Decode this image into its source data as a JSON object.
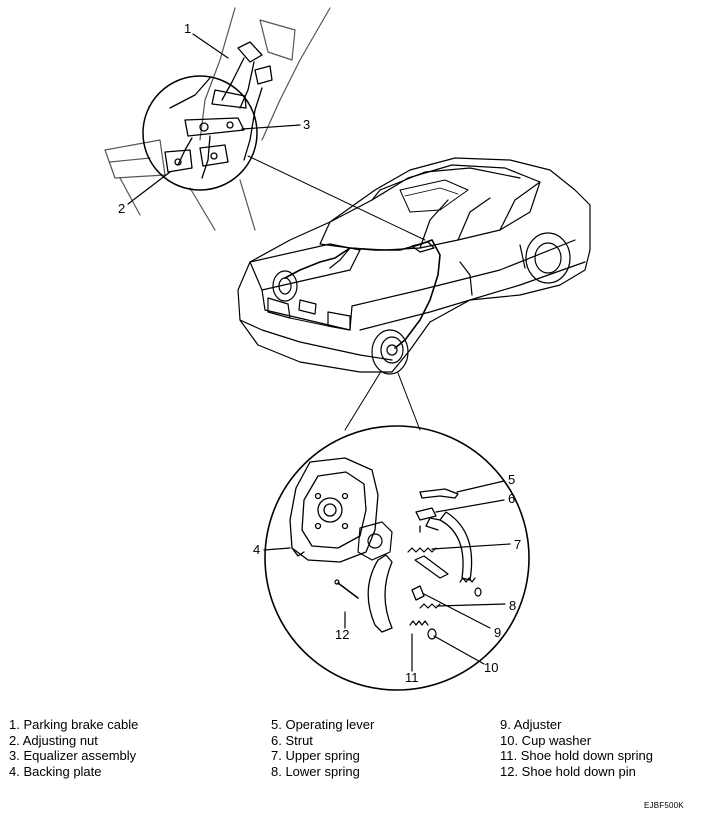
{
  "callouts": [
    "1",
    "2",
    "3",
    "4",
    "5",
    "6",
    "7",
    "8",
    "9",
    "10",
    "11",
    "12"
  ],
  "legend": {
    "col1": [
      "1. Parking brake cable",
      "2. Adjusting nut",
      "3. Equalizer assembly",
      "4. Backing plate"
    ],
    "col2": [
      "5. Operating lever",
      "6. Strut",
      "7. Upper spring",
      "8. Lower spring"
    ],
    "col3": [
      "9. Adjuster",
      "10. Cup washer",
      "11. Shoe hold down spring",
      "12. Shoe hold down pin"
    ]
  },
  "figure_code": "EJBF500K"
}
